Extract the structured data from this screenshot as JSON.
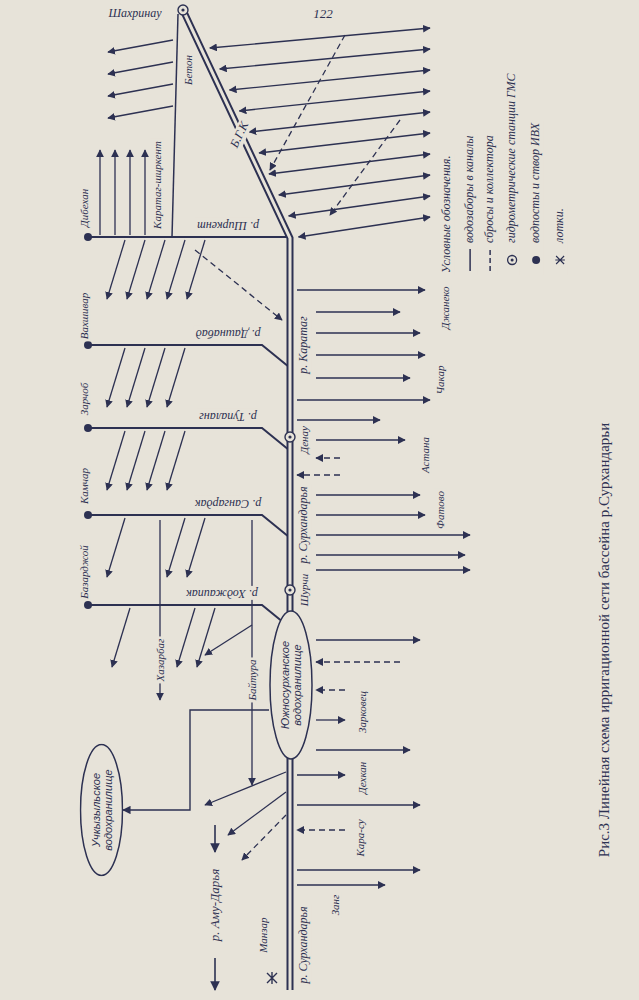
{
  "diagram": {
    "caption": "Рис.3 Линейная схема ирригационной сети бассейна р.Сурхандарьи",
    "nodes": [
      {
        "text": [
          "Южносурханское водохранилище"
        ]
      },
      {
        "text": [
          "Учкызыльское водохранилище"
        ]
      }
    ],
    "edges": [
      {
        "from": 0,
        "to": 1,
        "arrow": "to"
      }
    ],
    "labels": [
      "122",
      "Шахринау",
      "Бетон",
      "Каратаг-ширкент",
      "Б.Г.К",
      "Условные обозначения.",
      "Дибехан",
      "р. Ширкент",
      "Вахшивар",
      "р. Дашнабад",
      "Зарчоб",
      "р. Тупаланг",
      "Камчар",
      "р. Сангардак",
      "Базарджой",
      "р. Ходжаипак",
      "Хазарбаг",
      "Байтура",
      "р. Каратаг",
      "Денау",
      "р. Сурхандарья",
      "Шурчи",
      "Джанеко",
      "Чакар",
      "Астана",
      "Фатово",
      "Зарковец",
      "Дехкан",
      "Кара-су",
      "Занг",
      "Манзар",
      "р. Сурхандарья",
      "р. Аму-Дарья"
    ],
    "legend": [
      {
        "text": "водозаборы в каналы"
      },
      {
        "text": "сбросы и коллектора"
      },
      {
        "text": "гидрометрические станции ГМС"
      },
      {
        "text": "водпосты и створ ИВХ"
      },
      {
        "text": "лотки."
      }
    ]
  }
}
